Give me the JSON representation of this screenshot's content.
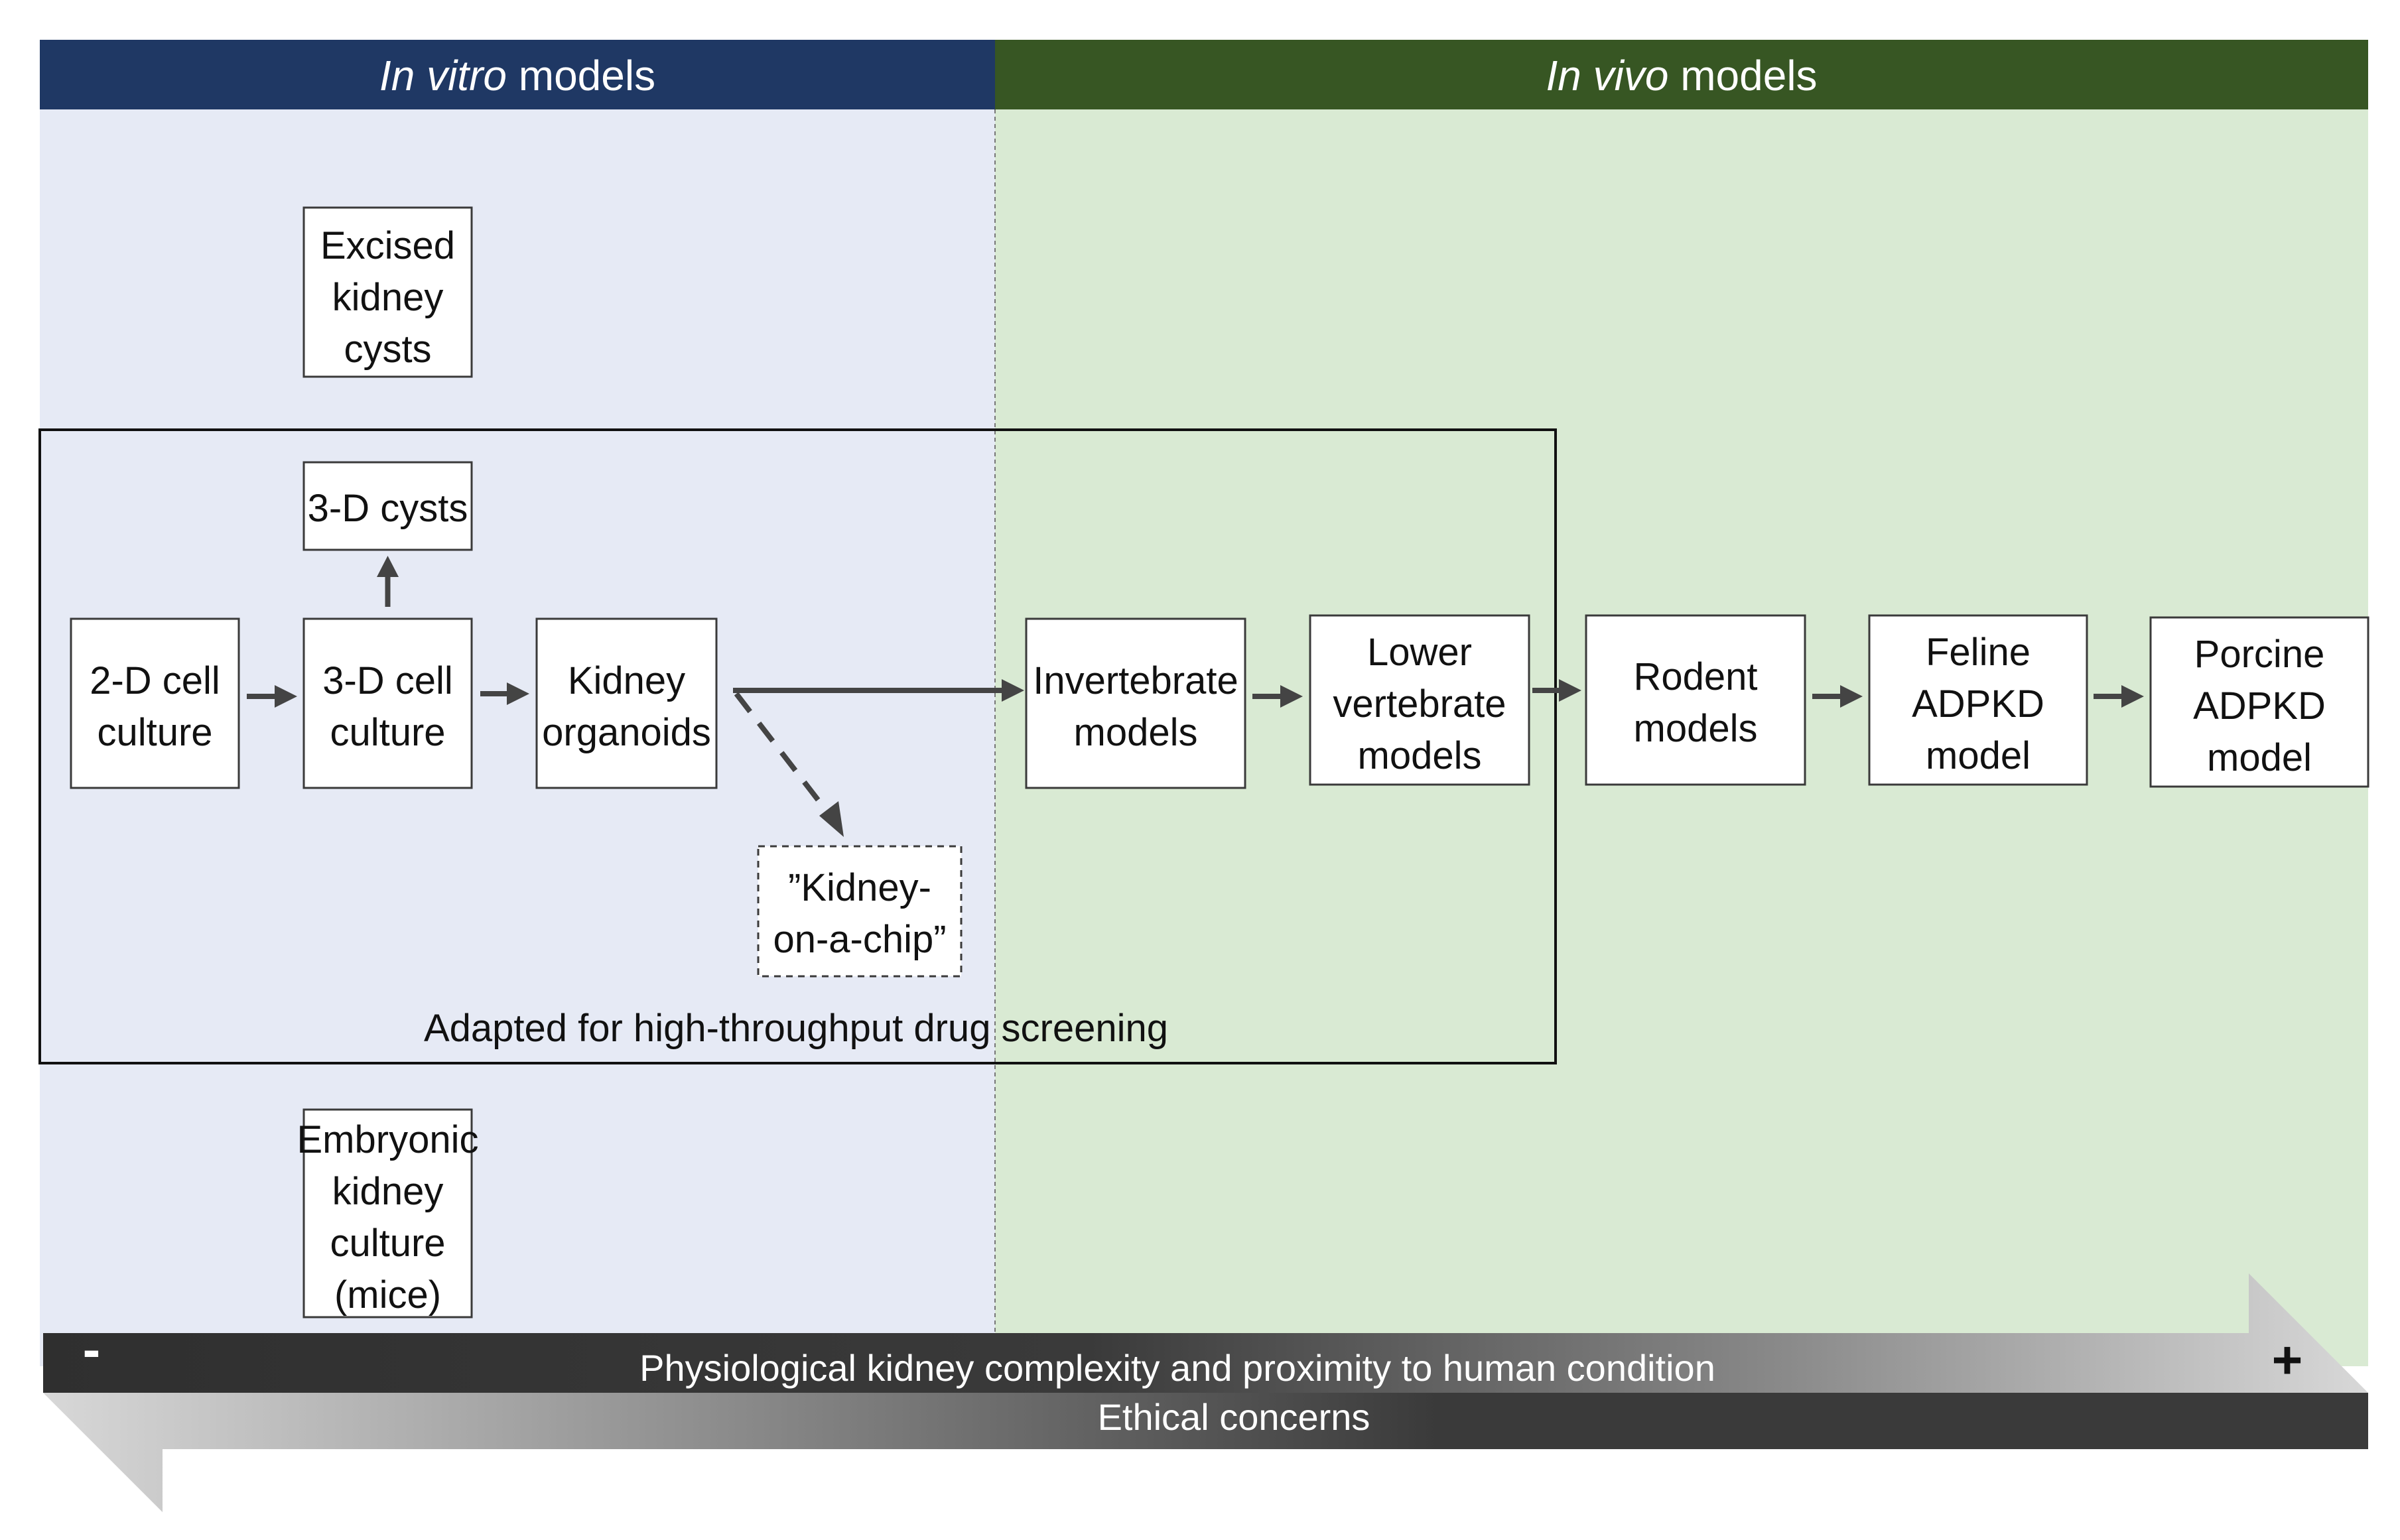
{
  "headers": {
    "in_vitro_italic": "In vitro",
    "in_vitro_rest": " models",
    "in_vivo_italic": "In vivo",
    "in_vivo_rest": " models"
  },
  "colors": {
    "in_vitro_header": "#1f3864",
    "in_vivo_header": "#375623",
    "in_vitro_bg": "#e6eaf5",
    "in_vivo_bg": "#d9ead3",
    "bar_dark": "#3b3b3b"
  },
  "nodes": {
    "excised_kidney_cysts": [
      "Excised",
      "kidney",
      "cysts"
    ],
    "cysts_3d": [
      "3-D cysts"
    ],
    "cell_culture_2d": [
      "2-D cell",
      "culture"
    ],
    "cell_culture_3d": [
      "3-D cell",
      "culture"
    ],
    "kidney_organoids": [
      "Kidney",
      "organoids"
    ],
    "kidney_on_a_chip": [
      "”Kidney-",
      "on-a-chip”"
    ],
    "invertebrate_models": [
      "Invertebrate",
      "models"
    ],
    "lower_vertebrate_models": [
      "Lower",
      "vertebrate",
      "models"
    ],
    "rodent_models": [
      "Rodent",
      "models"
    ],
    "feline_adpkd_model": [
      "Feline",
      "ADPKD",
      "model"
    ],
    "porcine_adpkd_model": [
      "Porcine",
      "ADPKD",
      "model"
    ],
    "embryonic_kidney_culture": [
      "Embryonic",
      "kidney",
      "culture",
      "(mice)"
    ]
  },
  "screening_box_label": "Adapted for high-throughput drug screening",
  "bottom_bar": {
    "complexity_label": "Physiological kidney complexity and proximity to human condition",
    "ethical_label": "Ethical concerns",
    "minus_sign": "-",
    "plus_sign": "+"
  }
}
